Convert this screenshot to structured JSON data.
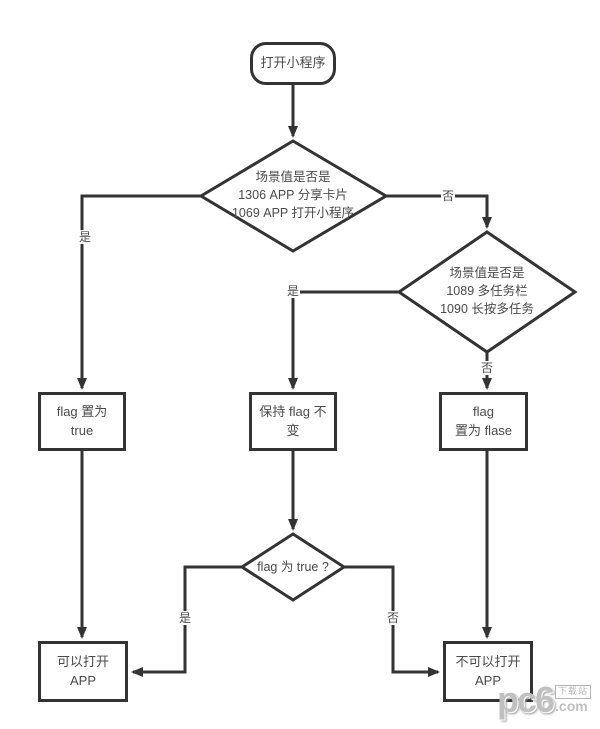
{
  "flowchart": {
    "nodes": {
      "start": {
        "label": "打开小程序"
      },
      "decision1": {
        "label": "场景值是否是\n1306 APP 分享卡片\n1069 APP 打开小程序"
      },
      "decision2": {
        "label": "场景值是否是\n1089 多任务栏\n1090 长按多任务"
      },
      "set_true": {
        "label": "flag 置为\ntrue"
      },
      "keep_flag": {
        "label": "保持 flag 不\n变"
      },
      "set_false": {
        "label": "flag\n置为 flase"
      },
      "decision3": {
        "label": "flag 为 true ?"
      },
      "can_open": {
        "label": "可以打开\nAPP"
      },
      "cannot_open": {
        "label": "不可以打开\nAPP"
      }
    },
    "edge_labels": {
      "d1_yes": "是",
      "d1_no": "否",
      "d2_yes": "是",
      "d2_no": "否",
      "d3_yes": "是",
      "d3_no": "否"
    },
    "colors": {
      "line": "#333333",
      "node_fill": "#ffffff",
      "text": "#4a4a4a",
      "watermark": "#b3b3b3"
    }
  },
  "watermark": {
    "logo": "pc6",
    "badge": "下载站",
    "suffix": ".com"
  }
}
